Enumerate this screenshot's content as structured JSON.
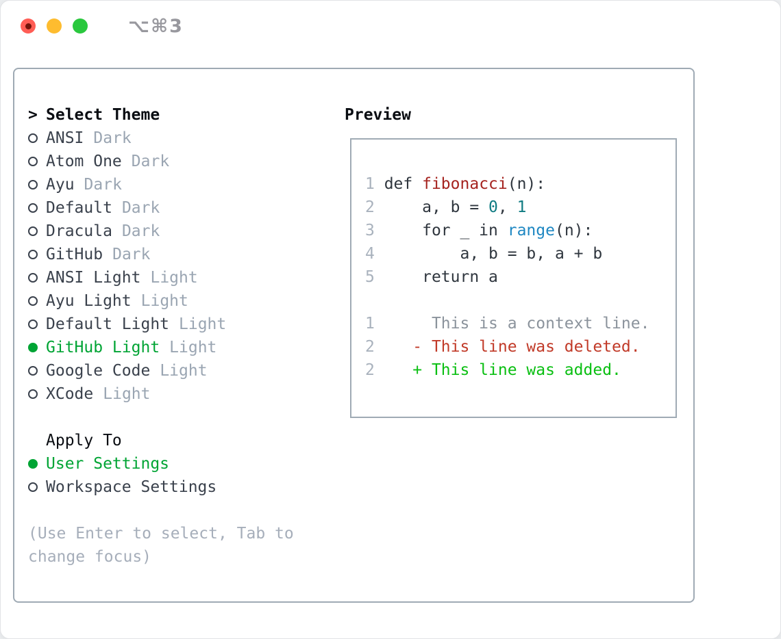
{
  "window": {
    "title": "⌥⌘3"
  },
  "sidebar": {
    "prompt": ">",
    "title": "Select Theme",
    "themes": [
      {
        "name": "ANSI",
        "variant": "Dark",
        "selected": false
      },
      {
        "name": "Atom One",
        "variant": "Dark",
        "selected": false
      },
      {
        "name": "Ayu",
        "variant": "Dark",
        "selected": false
      },
      {
        "name": "Default",
        "variant": "Dark",
        "selected": false
      },
      {
        "name": "Dracula",
        "variant": "Dark",
        "selected": false
      },
      {
        "name": "GitHub",
        "variant": "Dark",
        "selected": false
      },
      {
        "name": "ANSI Light",
        "variant": "Light",
        "selected": false
      },
      {
        "name": "Ayu Light",
        "variant": "Light",
        "selected": false
      },
      {
        "name": "Default Light",
        "variant": "Light",
        "selected": false
      },
      {
        "name": "GitHub Light",
        "variant": "Light",
        "selected": true
      },
      {
        "name": "Google Code",
        "variant": "Light",
        "selected": false
      },
      {
        "name": "XCode",
        "variant": "Light",
        "selected": false
      }
    ],
    "apply_to": {
      "title": "Apply To",
      "options": [
        {
          "label": "User Settings",
          "selected": true
        },
        {
          "label": "Workspace Settings",
          "selected": false
        }
      ]
    },
    "hint": "(Use Enter to select, Tab to change focus)"
  },
  "preview": {
    "title": "Preview",
    "code_lines": [
      {
        "num": "1",
        "tokens": [
          {
            "text": " def ",
            "color": "plain"
          },
          {
            "text": "fibonacci",
            "color": "function"
          },
          {
            "text": "(n):",
            "color": "plain"
          }
        ]
      },
      {
        "num": "2",
        "tokens": [
          {
            "text": "     a, b = ",
            "color": "plain"
          },
          {
            "text": "0",
            "color": "number"
          },
          {
            "text": ", ",
            "color": "plain"
          },
          {
            "text": "1",
            "color": "number"
          }
        ]
      },
      {
        "num": "3",
        "tokens": [
          {
            "text": "     for _ in ",
            "color": "plain"
          },
          {
            "text": "range",
            "color": "builtin"
          },
          {
            "text": "(n):",
            "color": "plain"
          }
        ]
      },
      {
        "num": "4",
        "tokens": [
          {
            "text": "         a, b = b, a + b",
            "color": "plain"
          }
        ]
      },
      {
        "num": "5",
        "tokens": [
          {
            "text": "     return a",
            "color": "plain"
          }
        ]
      },
      {
        "num": "",
        "tokens": []
      },
      {
        "num": "1",
        "tokens": [
          {
            "text": "      This is a context line.",
            "color": "context"
          }
        ]
      },
      {
        "num": "2",
        "tokens": [
          {
            "text": "    ",
            "color": "plain"
          },
          {
            "text": "- This line was deleted.",
            "color": "deleted"
          }
        ]
      },
      {
        "num": "2",
        "tokens": [
          {
            "text": "    ",
            "color": "plain"
          },
          {
            "text": "+ This line was added.",
            "color": "added"
          }
        ]
      }
    ]
  },
  "colors": {
    "accent_green": "#00a434",
    "traffic_red": "#ff5d55",
    "traffic_red_dot": "#73140b",
    "traffic_yellow": "#febc2f",
    "traffic_green": "#2ac83e",
    "panel_border": "#9faab4",
    "header_text": "#0a0d12",
    "item_text": "#3a414c",
    "muted_text": "#9aa5b2",
    "hint_text": "#a6aeba",
    "line_number": "#a9b2bd",
    "code_plain": "#2f363e",
    "code_function": "#a5231f",
    "code_number": "#0f7b82",
    "code_builtin": "#1e87c2",
    "diff_context": "#8b939c",
    "diff_deleted": "#c13a28",
    "diff_added": "#0abf12",
    "window_title": "#98989e"
  }
}
